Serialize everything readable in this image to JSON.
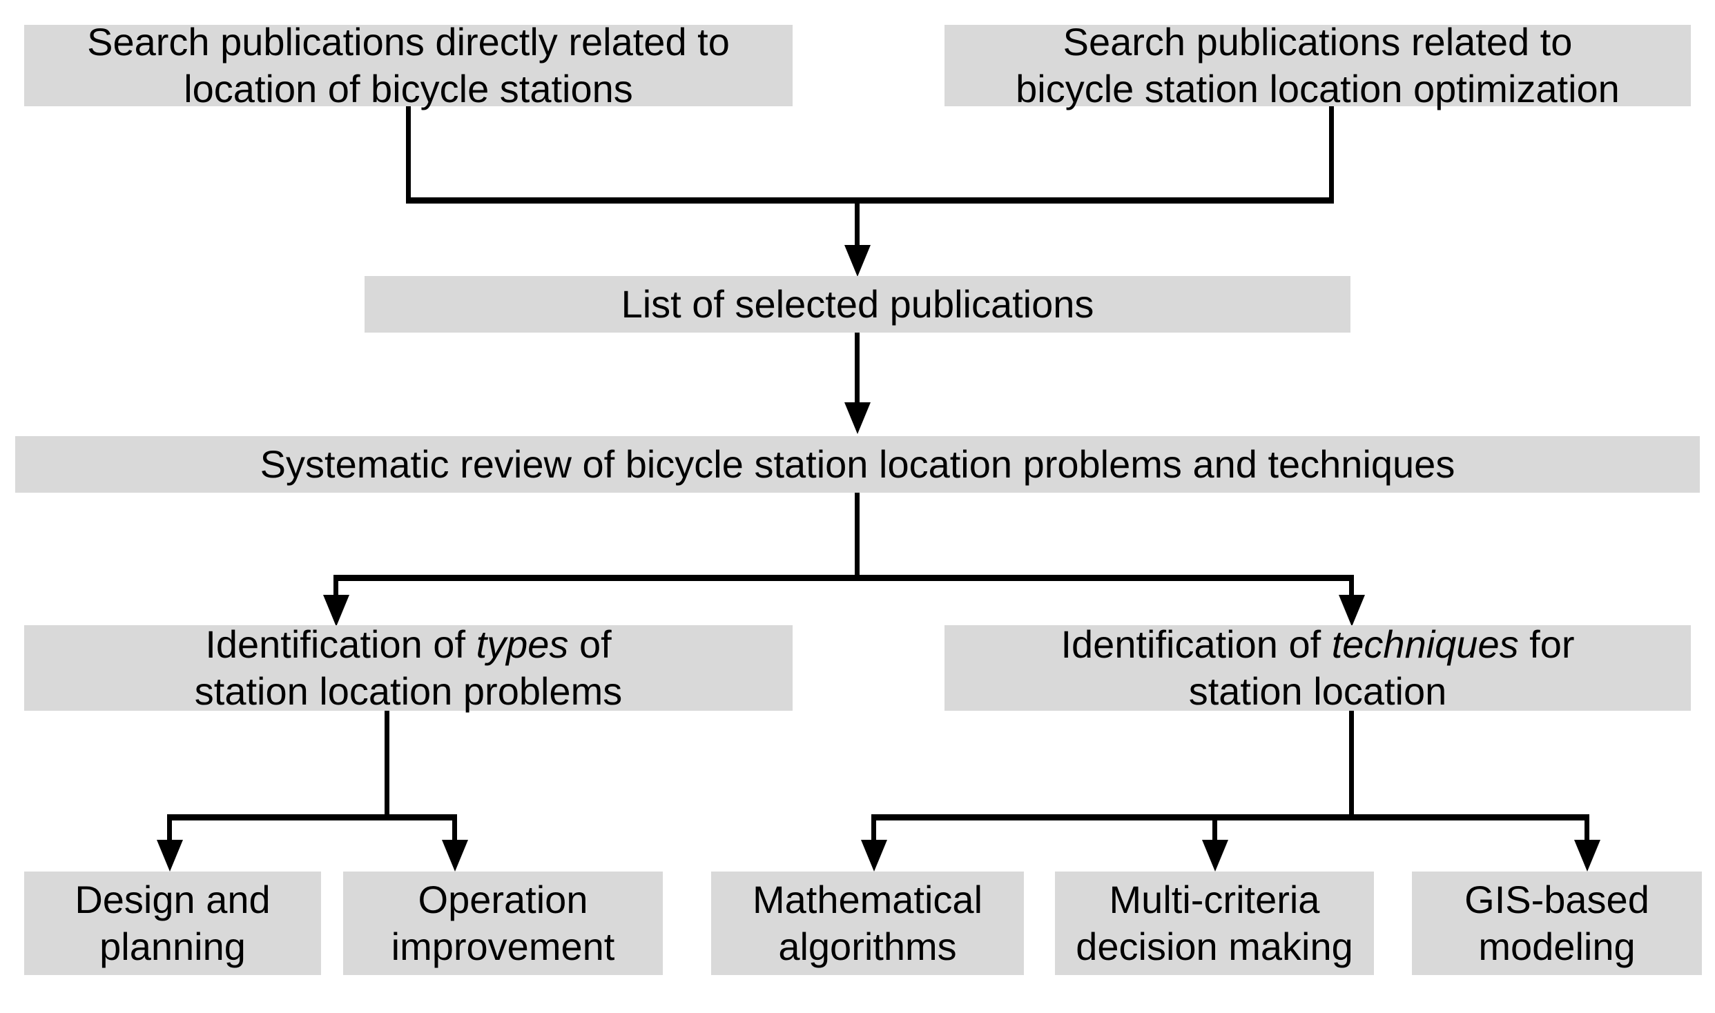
{
  "diagram": {
    "title": "Systematic review methodology flowchart for bicycle station location",
    "type": "flowchart",
    "colors": {
      "node_fill": "#d9d9d9",
      "connector": "#000000",
      "text": "#000000",
      "background": "#ffffff"
    },
    "nodes": {
      "search_direct": {
        "label": "Search publications directly related to\nlocation of bicycle stations",
        "row": 1
      },
      "search_optimization": {
        "label": "Search publications related to\nbicycle station location optimization",
        "row": 1
      },
      "list_of_publications": {
        "label": "List of selected publications",
        "row": 2
      },
      "systematic_review": {
        "label": "Systematic review of bicycle station location problems and techniques",
        "row": 3
      },
      "identification_types": {
        "label_part1": "Identification of ",
        "label_emphasis": "types",
        "label_part2": " of",
        "label_line2": "station location problems",
        "row": 4
      },
      "identification_techniques": {
        "label_part1": "Identification of ",
        "label_emphasis": "techniques",
        "label_part2": " for",
        "label_line2": "station location",
        "row": 4
      },
      "design_planning": {
        "label": "Design and\nplanning",
        "row": 5
      },
      "operation_improvement": {
        "label": "Operation\nimprovement",
        "row": 5
      },
      "mathematical_algorithms": {
        "label": "Mathematical\nalgorithms",
        "row": 5
      },
      "multi_criteria": {
        "label": "Multi-criteria\ndecision making",
        "row": 5
      },
      "gis_based": {
        "label": "GIS-based\nmodeling",
        "row": 5
      }
    },
    "edges": [
      {
        "from": "search_direct",
        "to": "list_of_publications",
        "style": "merge"
      },
      {
        "from": "search_optimization",
        "to": "list_of_publications",
        "style": "merge"
      },
      {
        "from": "list_of_publications",
        "to": "systematic_review",
        "style": "straight"
      },
      {
        "from": "systematic_review",
        "to": "identification_types",
        "style": "split"
      },
      {
        "from": "systematic_review",
        "to": "identification_techniques",
        "style": "split"
      },
      {
        "from": "identification_types",
        "to": "design_planning",
        "style": "split"
      },
      {
        "from": "identification_types",
        "to": "operation_improvement",
        "style": "split"
      },
      {
        "from": "identification_techniques",
        "to": "mathematical_algorithms",
        "style": "split"
      },
      {
        "from": "identification_techniques",
        "to": "multi_criteria",
        "style": "split"
      },
      {
        "from": "identification_techniques",
        "to": "gis_based",
        "style": "split"
      }
    ]
  }
}
